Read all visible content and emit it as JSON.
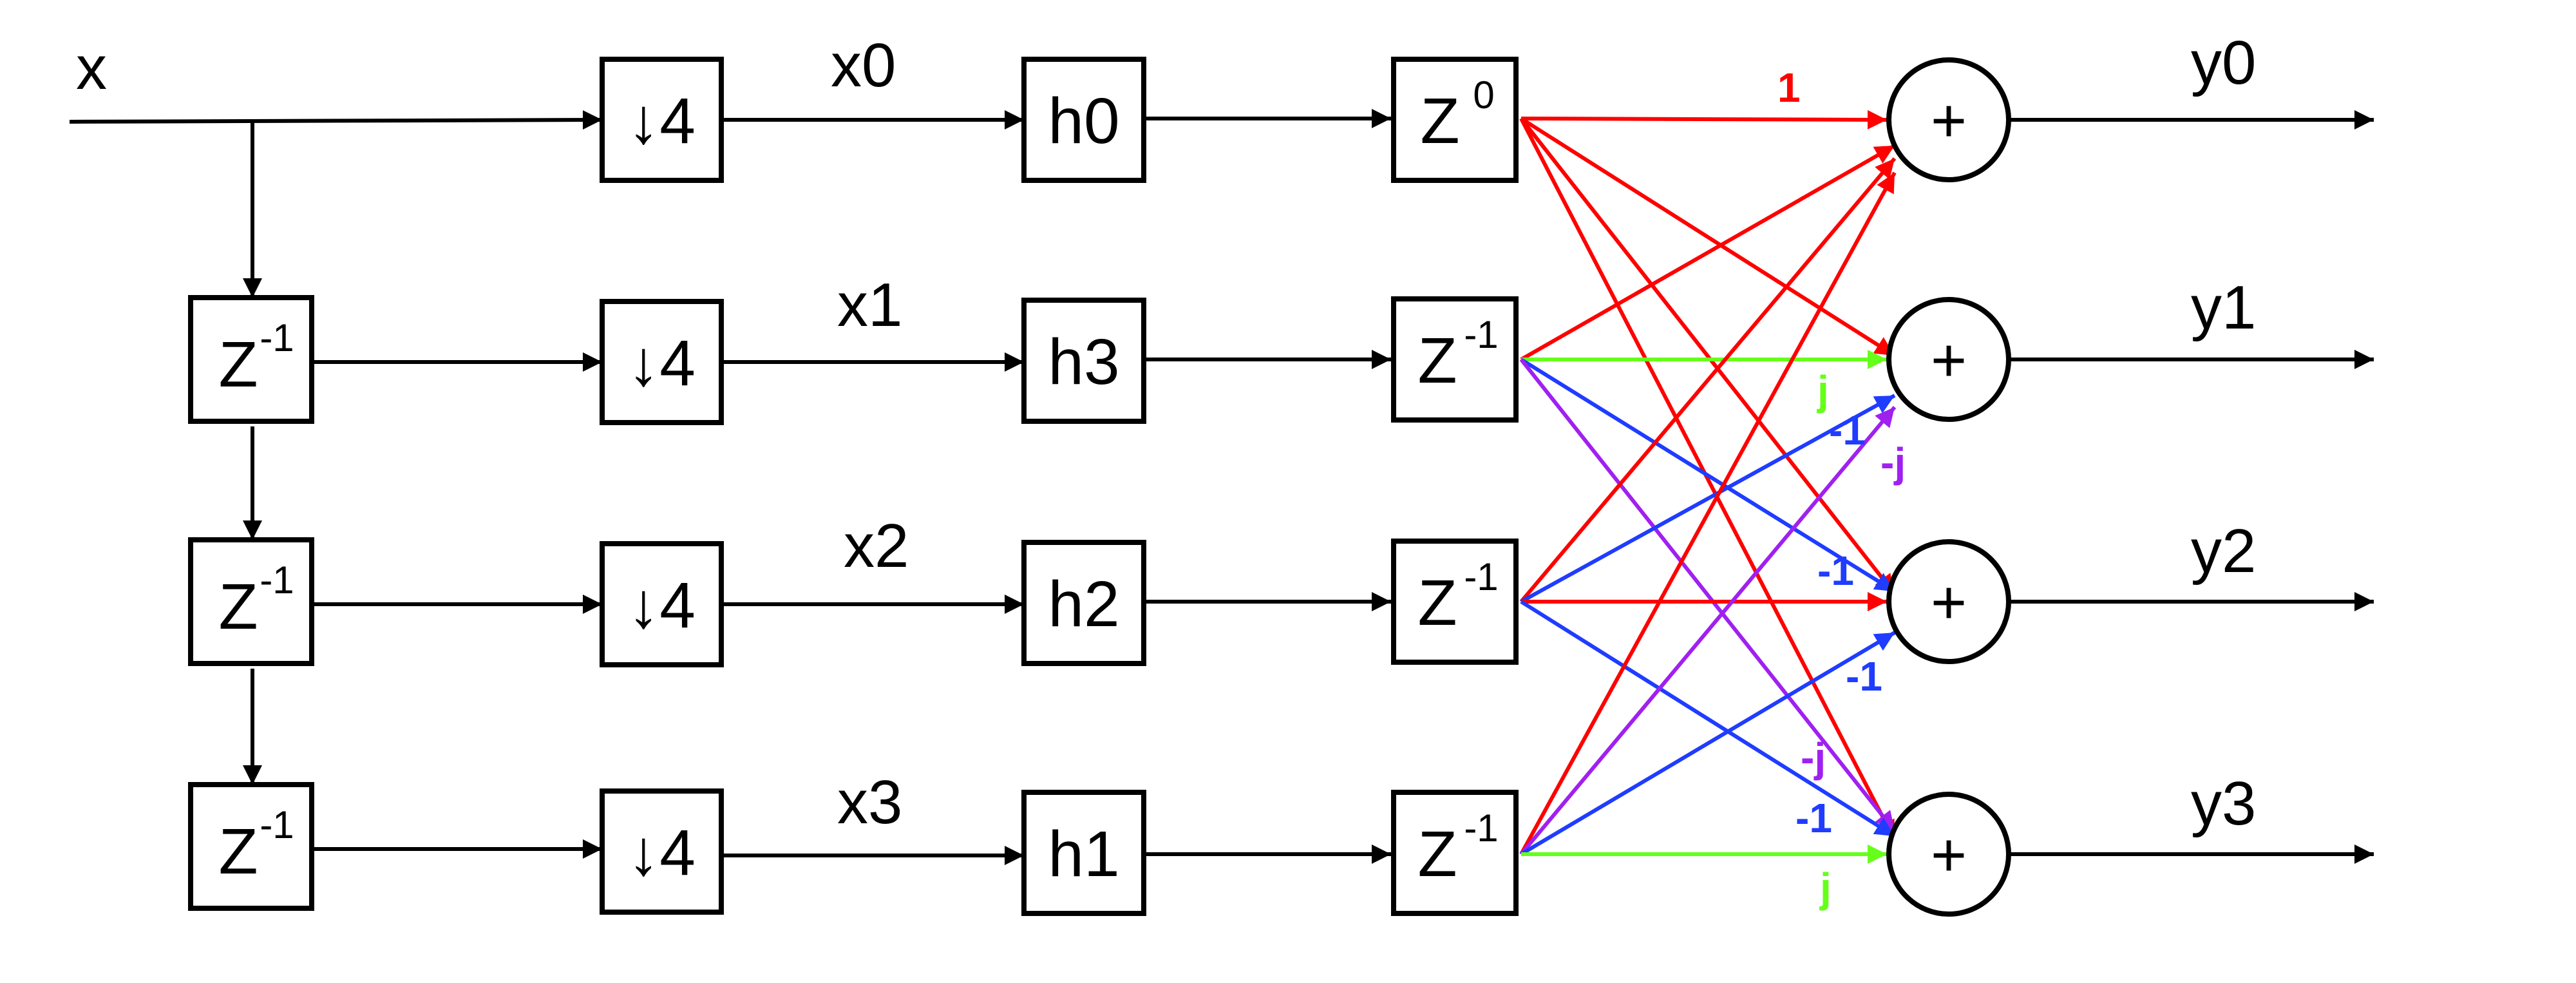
{
  "colors": {
    "black": "#000000",
    "red": "#ff0000",
    "green": "#66ff1a",
    "blue": "#1f3cff",
    "purple": "#a020f0"
  },
  "labels": {
    "input": "x",
    "branches": [
      "x0",
      "x1",
      "x2",
      "x3"
    ],
    "outputs": [
      "y0",
      "y1",
      "y2",
      "y3"
    ],
    "filters": [
      "h0",
      "h3",
      "h2",
      "h1"
    ],
    "downsample_symbol": "↓",
    "downsample_factor": "4",
    "delay_base": "Z",
    "delay_exponents": [
      "0",
      "-1",
      "-1",
      "-1"
    ],
    "input_delay_exponent": "-1",
    "adder_symbol": "+"
  },
  "weights": [
    {
      "text": "1",
      "color": "red"
    },
    {
      "text": "j",
      "color": "green"
    },
    {
      "text": "-1",
      "color": "blue"
    },
    {
      "text": "-j",
      "color": "purple"
    },
    {
      "text": "-1",
      "color": "blue"
    },
    {
      "text": "-1",
      "color": "blue"
    },
    {
      "text": "-j",
      "color": "purple"
    },
    {
      "text": "-1",
      "color": "blue"
    },
    {
      "text": "j",
      "color": "green"
    }
  ]
}
